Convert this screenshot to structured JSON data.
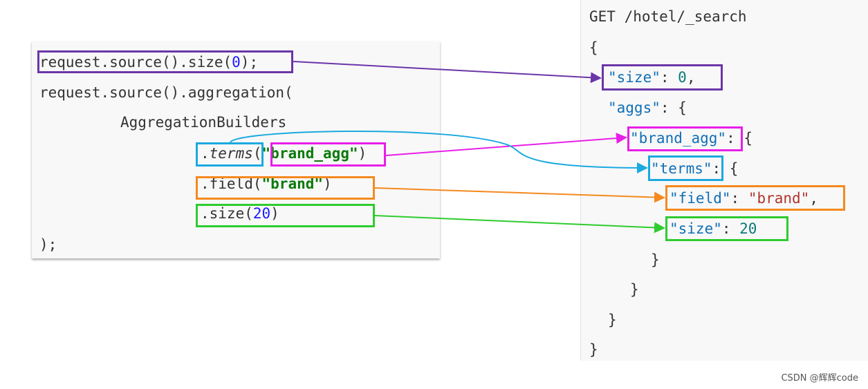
{
  "java": {
    "line1": {
      "pre": "request.source().size(",
      "num": "0",
      "post": ");"
    },
    "line2": "request.source().aggregation(",
    "line3": "AggregationBuilders",
    "line4": {
      "pre": ".",
      "method": "terms",
      "open": "(",
      "str": "\"brand_agg\"",
      "close": ")"
    },
    "line5": {
      "pre": ".field(",
      "str": "\"brand\"",
      "close": ")"
    },
    "line6": {
      "pre": ".size(",
      "num": "20",
      "close": ")"
    },
    "line7": ");"
  },
  "json": {
    "line1": "GET /hotel/_search",
    "line2": "{",
    "line3": {
      "key": "\"size\"",
      "sep": ": ",
      "num": "0",
      "post": ","
    },
    "line4": {
      "key": "\"aggs\"",
      "post": ": {"
    },
    "line5": {
      "key": "\"brand_agg\"",
      "post": ": {"
    },
    "line6": {
      "key": "\"terms\"",
      "post": ": {"
    },
    "line7": {
      "key": "\"field\"",
      "sep": ": ",
      "val": "\"brand\"",
      "post": ","
    },
    "line8": {
      "key": "\"size\"",
      "sep": ": ",
      "num": "20"
    },
    "line9": "}",
    "line10": "}",
    "line11": "}",
    "line12": "}"
  },
  "colors": {
    "size0": "#6b35a8",
    "brand_agg": "#e81ee8",
    "terms": "#1ba9e0",
    "field": "#f5891e",
    "size20": "#2ecc2e"
  },
  "watermark": "CSDN @辉辉code"
}
